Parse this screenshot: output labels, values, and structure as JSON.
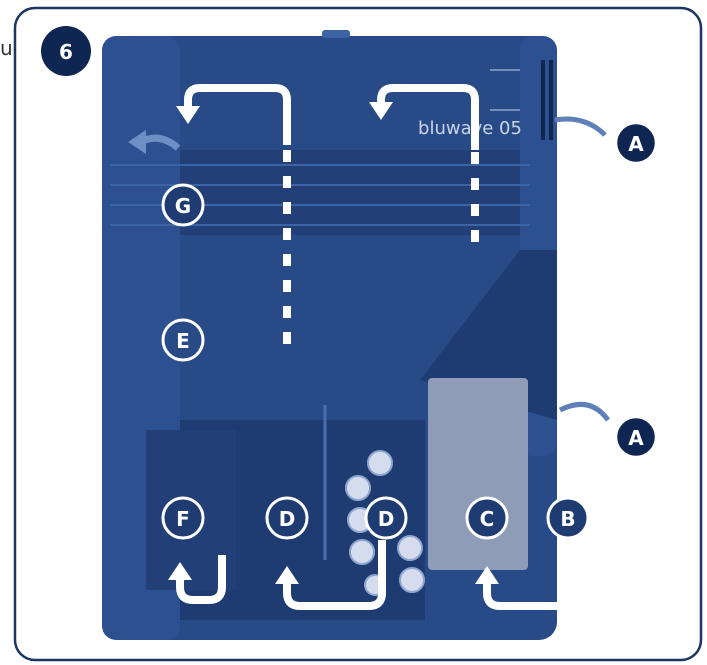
{
  "stray_text": "u",
  "step_badge": "6",
  "product_name": "bluwave 05",
  "labels": {
    "a_top": "A",
    "a_bottom": "A",
    "g": "G",
    "e": "E",
    "f": "F",
    "d_left": "D",
    "d_right": "D",
    "c": "C",
    "b": "B"
  },
  "colors": {
    "frame": "#1c3563",
    "body": "#284a86",
    "body_dark": "#1f3c72",
    "badge": "#0f2652",
    "sponge": "#8e9cb8",
    "arrow": "#ffffff"
  }
}
